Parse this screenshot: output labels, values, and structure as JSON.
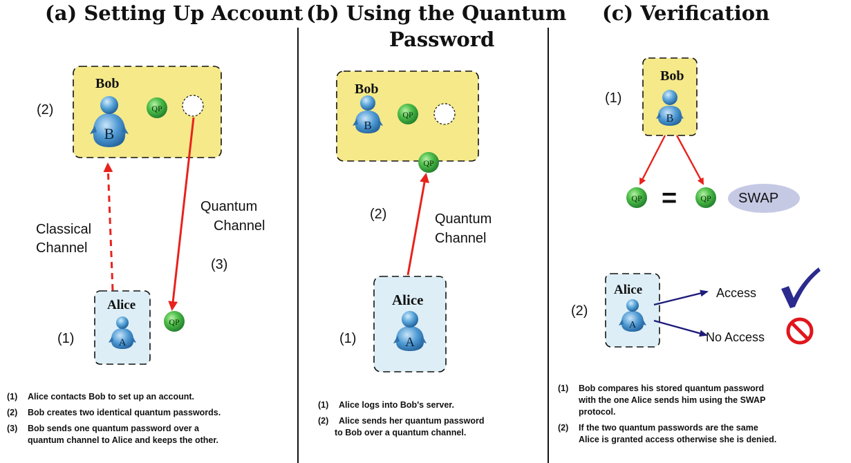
{
  "panels": [
    {
      "letter": "(a)",
      "title": "Setting Up Account",
      "bob": "Bob",
      "bob_initial": "B",
      "alice": "Alice",
      "alice_initial": "A",
      "qp": "QP",
      "step_bob": "(2)",
      "step_alice": "(1)",
      "step_channel": "(3)",
      "classical_l1": "Classical",
      "classical_l2": "Channel",
      "quantum_l1": "Quantum",
      "quantum_l2": "Channel",
      "notes": [
        {
          "num": "(1)",
          "text": "Alice contacts Bob to set up an account."
        },
        {
          "num": "(2)",
          "text": "Bob creates two identical quantum passwords."
        },
        {
          "num": "(3)",
          "text": "Bob sends one quantum password over a",
          "text2": "quantum channel to Alice and keeps the other."
        }
      ]
    },
    {
      "letter": "(b)",
      "title_l1": "Using the Quantum",
      "title_l2": "Password",
      "bob": "Bob",
      "bob_initial": "B",
      "alice": "Alice",
      "alice_initial": "A",
      "qp": "QP",
      "step_channel": "(2)",
      "step_alice": "(1)",
      "quantum_l1": "Quantum",
      "quantum_l2": "Channel",
      "notes": [
        {
          "num": "(1)",
          "text": "Alice logs into Bob's server."
        },
        {
          "num": "(2)",
          "text": "Alice sends her quantum password",
          "text2": "to Bob over a quantum channel."
        }
      ]
    },
    {
      "letter": "(c)",
      "title": "Verification",
      "bob": "Bob",
      "bob_initial": "B",
      "alice": "Alice",
      "alice_initial": "A",
      "qp": "QP",
      "equals": "=",
      "swap": "SWAP",
      "step_bob": "(1)",
      "step_alice": "(2)",
      "access": "Access",
      "no_access": "No Access",
      "notes": [
        {
          "num": "(1)",
          "text": "Bob compares his stored quantum password",
          "text2": "with the one Alice sends him using the SWAP",
          "text3": "protocol."
        },
        {
          "num": "(2)",
          "text": "If the two quantum passwords are the same",
          "text2": "Alice is granted access otherwise she is denied."
        }
      ]
    }
  ],
  "colors": {
    "bob_box": "#f5e98a",
    "alice_box": "#ddeef6",
    "arrow_red": "#e8221c",
    "arrow_navy": "#1e1c7a",
    "check": "#2a2a8f",
    "no_sign": "#e0161c",
    "swap_ellipse": "#c6c9e4"
  }
}
